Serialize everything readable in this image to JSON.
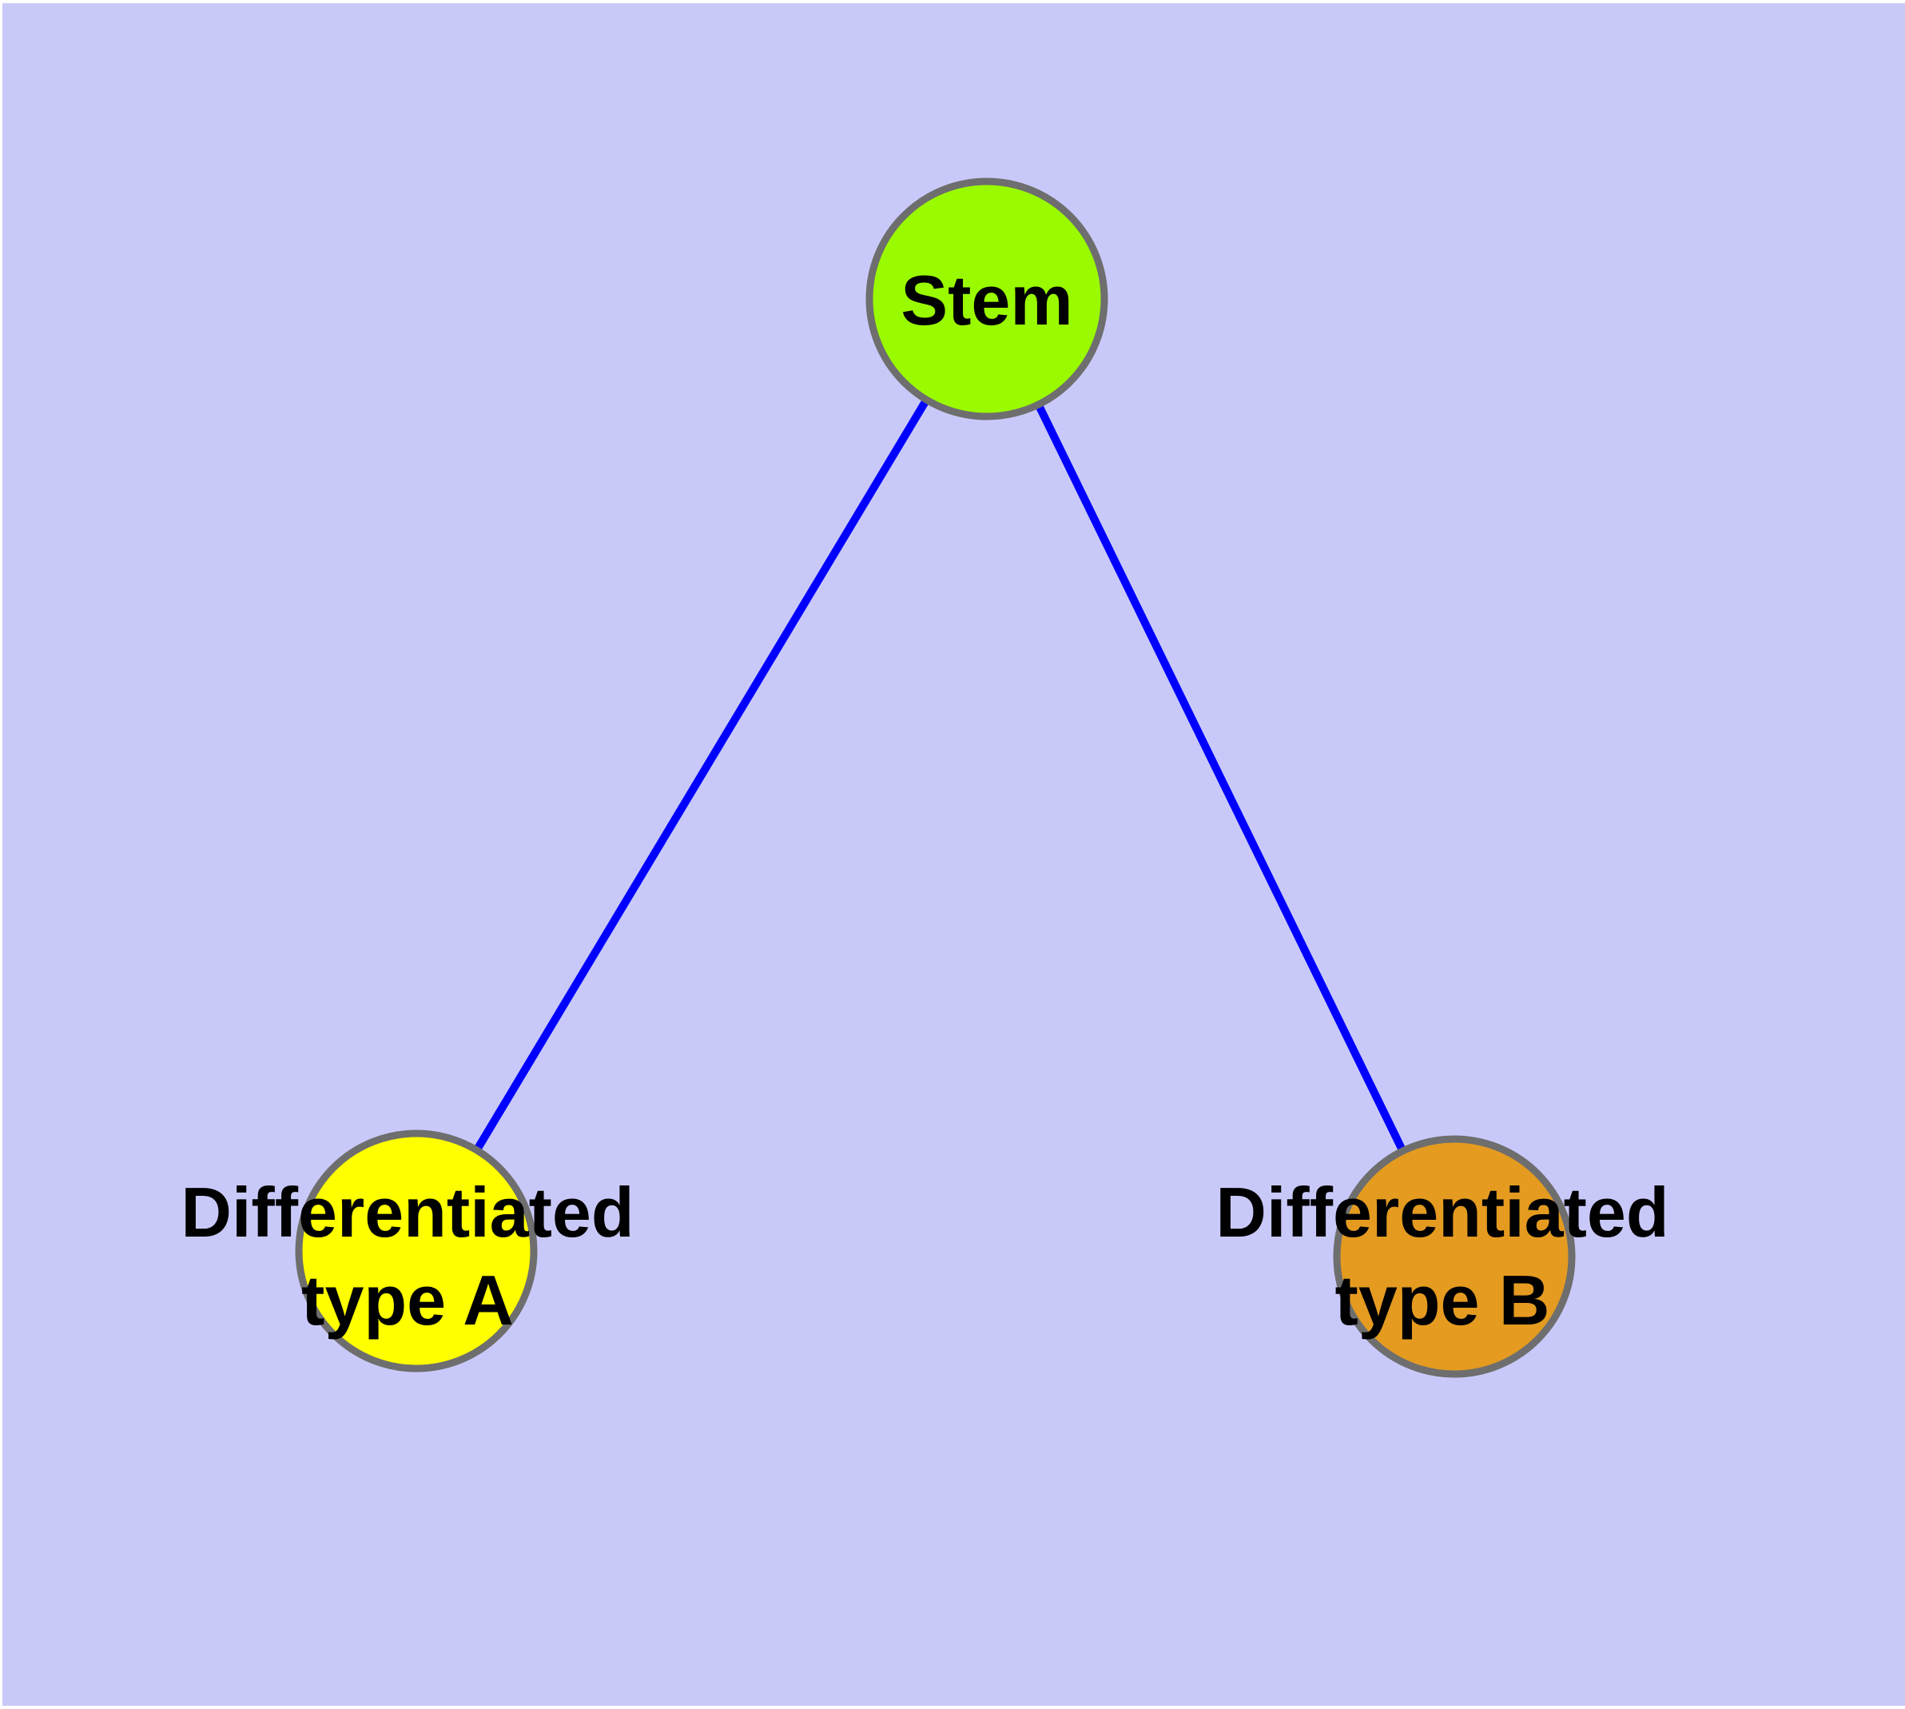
{
  "diagram": {
    "type": "node-link-graph",
    "background_color": "#C9C9F9",
    "frame_color": "#FFFFFF",
    "edge_color": "#0000FF",
    "node_border_color": "#6E6E6E",
    "text_color": "#000000",
    "nodes": [
      {
        "id": "stem",
        "label": "Stem",
        "fill": "#9AFB00"
      },
      {
        "id": "differentiated-type-a",
        "label": "Differentiated type A",
        "label_line1": "Differentiated",
        "label_line2": "type A",
        "fill": "#FFFF00"
      },
      {
        "id": "differentiated-type-b",
        "label": "Differentiated type B",
        "label_line1": "Differentiated",
        "label_line2": "type B",
        "fill": "#E49B20"
      }
    ],
    "edges": [
      {
        "from": "Stem",
        "to": "Differentiated type A"
      },
      {
        "from": "Stem",
        "to": "Differentiated type B"
      }
    ]
  }
}
